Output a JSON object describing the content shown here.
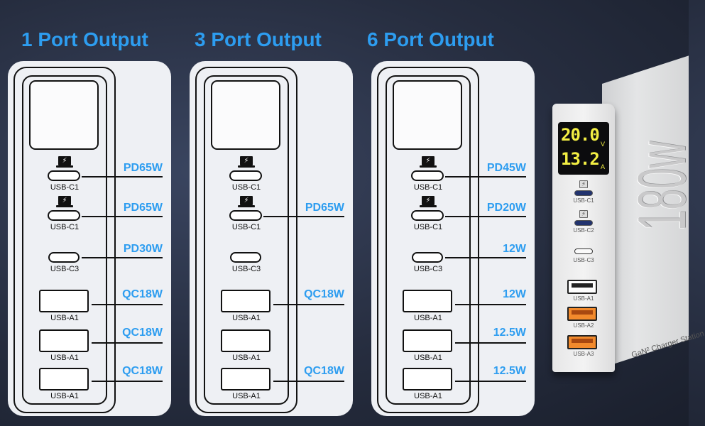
{
  "panels": [
    {
      "title": "1 Port Output",
      "ports": [
        {
          "label": "USB-C1",
          "type": "c",
          "laptop": true,
          "watt": "PD65W"
        },
        {
          "label": "USB-C1",
          "type": "c",
          "laptop": true,
          "watt": "PD65W"
        },
        {
          "label": "USB-C3",
          "type": "c",
          "laptop": false,
          "watt": "PD30W"
        },
        {
          "label": "USB-A1",
          "type": "a",
          "laptop": false,
          "watt": "QC18W"
        },
        {
          "label": "USB-A1",
          "type": "a",
          "laptop": false,
          "watt": "QC18W"
        },
        {
          "label": "USB-A1",
          "type": "a",
          "laptop": false,
          "watt": "QC18W"
        }
      ]
    },
    {
      "title": "3 Port Output",
      "ports": [
        {
          "label": "USB-C1",
          "type": "c",
          "laptop": true,
          "watt": ""
        },
        {
          "label": "USB-C1",
          "type": "c",
          "laptop": true,
          "watt": "PD65W"
        },
        {
          "label": "USB-C3",
          "type": "c",
          "laptop": false,
          "watt": ""
        },
        {
          "label": "USB-A1",
          "type": "a",
          "laptop": false,
          "watt": "QC18W"
        },
        {
          "label": "USB-A1",
          "type": "a",
          "laptop": false,
          "watt": ""
        },
        {
          "label": "USB-A1",
          "type": "a",
          "laptop": false,
          "watt": "QC18W"
        }
      ]
    },
    {
      "title": "6 Port Output",
      "ports": [
        {
          "label": "USB-C1",
          "type": "c",
          "laptop": true,
          "watt": "PD45W"
        },
        {
          "label": "USB-C1",
          "type": "c",
          "laptop": true,
          "watt": "PD20W"
        },
        {
          "label": "USB-C3",
          "type": "c",
          "laptop": false,
          "watt": "12W"
        },
        {
          "label": "USB-A1",
          "type": "a",
          "laptop": false,
          "watt": "12W"
        },
        {
          "label": "USB-A1",
          "type": "a",
          "laptop": false,
          "watt": "12.5W"
        },
        {
          "label": "USB-A1",
          "type": "a",
          "laptop": false,
          "watt": "12.5W"
        }
      ]
    }
  ],
  "device": {
    "voltage": "20.0",
    "voltage_unit": "V",
    "current": "13.2",
    "current_unit": "A",
    "power_text": "180w",
    "brand_text": "GaN² Charger Station",
    "ports": [
      {
        "label": "USB-C1",
        "kind": "c-blue"
      },
      {
        "label": "USB-C2",
        "kind": "c-blue"
      },
      {
        "label": "USB-C3",
        "kind": "c-white"
      },
      {
        "label": "USB-A1",
        "kind": "a-white"
      },
      {
        "label": "USB-A2",
        "kind": "a-orange"
      },
      {
        "label": "USB-A3",
        "kind": "a-orange"
      }
    ]
  },
  "colors": {
    "accent": "#2d9df0",
    "lcd": "#f2ee43"
  },
  "icons": {
    "laptop": "laptop-charging-icon"
  }
}
